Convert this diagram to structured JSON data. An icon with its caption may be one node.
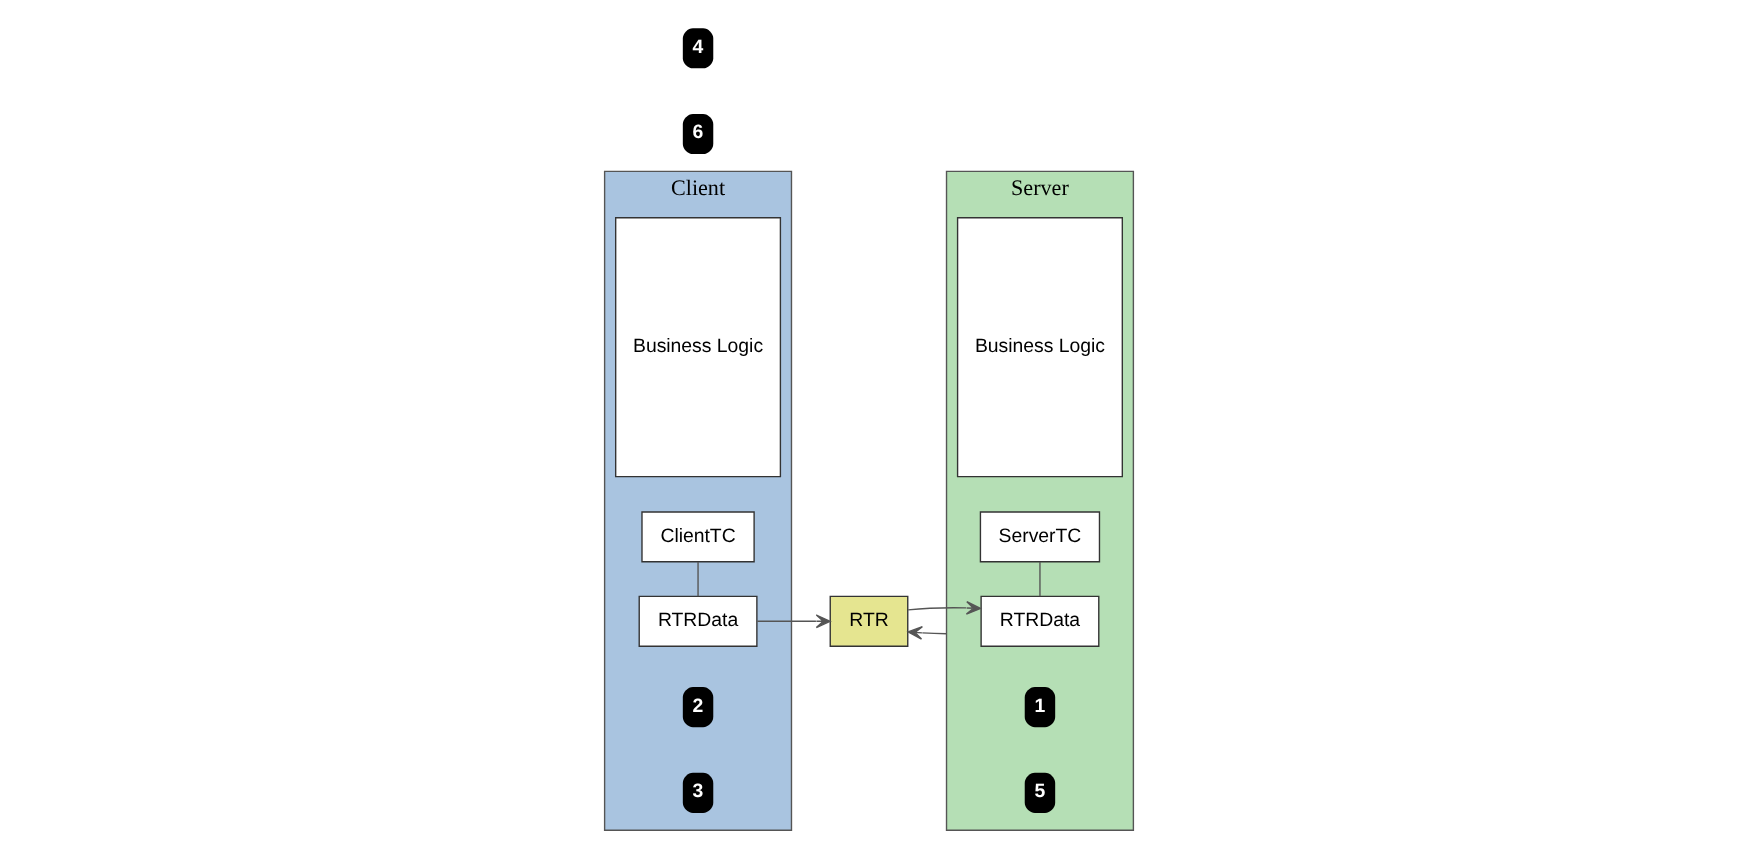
{
  "diagram": {
    "nodes": [
      {
        "text": [
          "Client"
        ]
      },
      {
        "text": [
          "Business Logic"
        ],
        "in": 0
      },
      {
        "text": [
          "ClientTC"
        ],
        "in": 0
      },
      {
        "text": [
          "RTRData"
        ],
        "in": 0
      },
      {
        "text": [
          "RTR"
        ]
      },
      {
        "text": [
          "Server"
        ]
      },
      {
        "text": [
          "Business Logic"
        ],
        "in": 5
      },
      {
        "text": [
          "ServerTC"
        ],
        "in": 5
      },
      {
        "text": [
          "RTRData"
        ],
        "in": 5
      }
    ],
    "edges": [
      {
        "from": 2,
        "to": 3,
        "arrow": "none"
      },
      {
        "from": 3,
        "to": 4,
        "arrow": "to"
      },
      {
        "from": 4,
        "to": 8,
        "arrow": "to"
      },
      {
        "from": 5,
        "to": 4,
        "arrow": "to"
      },
      {
        "from": 7,
        "to": 8,
        "arrow": "none"
      }
    ],
    "labels": [
      "1",
      "2",
      "3",
      "5",
      "6",
      "4"
    ]
  }
}
